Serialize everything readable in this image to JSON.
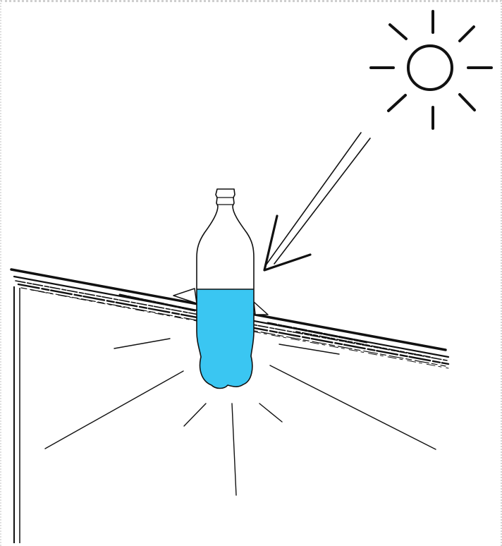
{
  "illustration": {
    "subject": "solar-bottle-bulb",
    "colors": {
      "background": "#ffffff",
      "ink": "#111111",
      "water": "#3ac6f2",
      "frame": "#cfcfcf"
    },
    "water_fill_fraction": 0.6,
    "light_ray_count": 8
  }
}
